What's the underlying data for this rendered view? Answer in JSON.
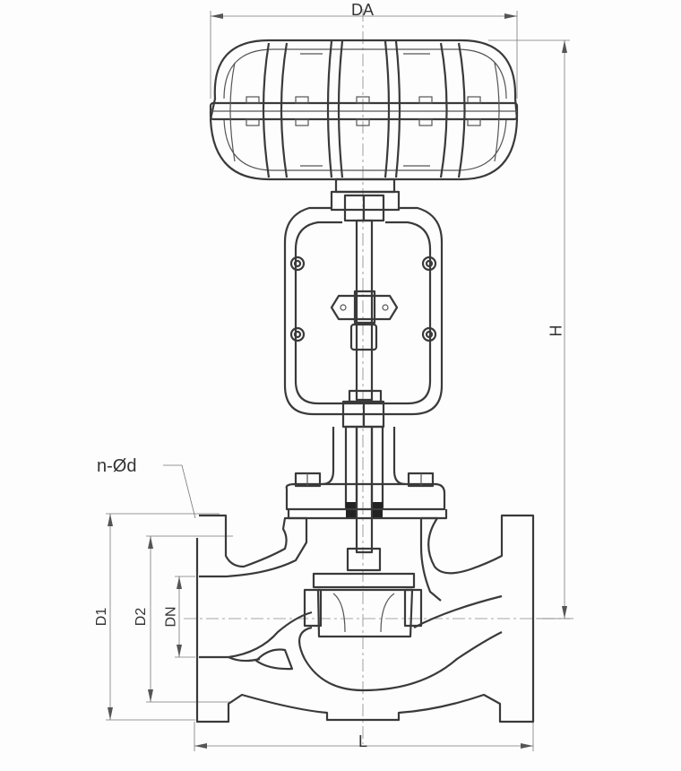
{
  "title": "Pneumatic diaphragm control valve dimension drawing",
  "dimensions": {
    "da": "DA",
    "h": "H",
    "holes": "n-Ød",
    "d1": "D1",
    "d2": "D2",
    "dn": "DN",
    "l": "L"
  }
}
